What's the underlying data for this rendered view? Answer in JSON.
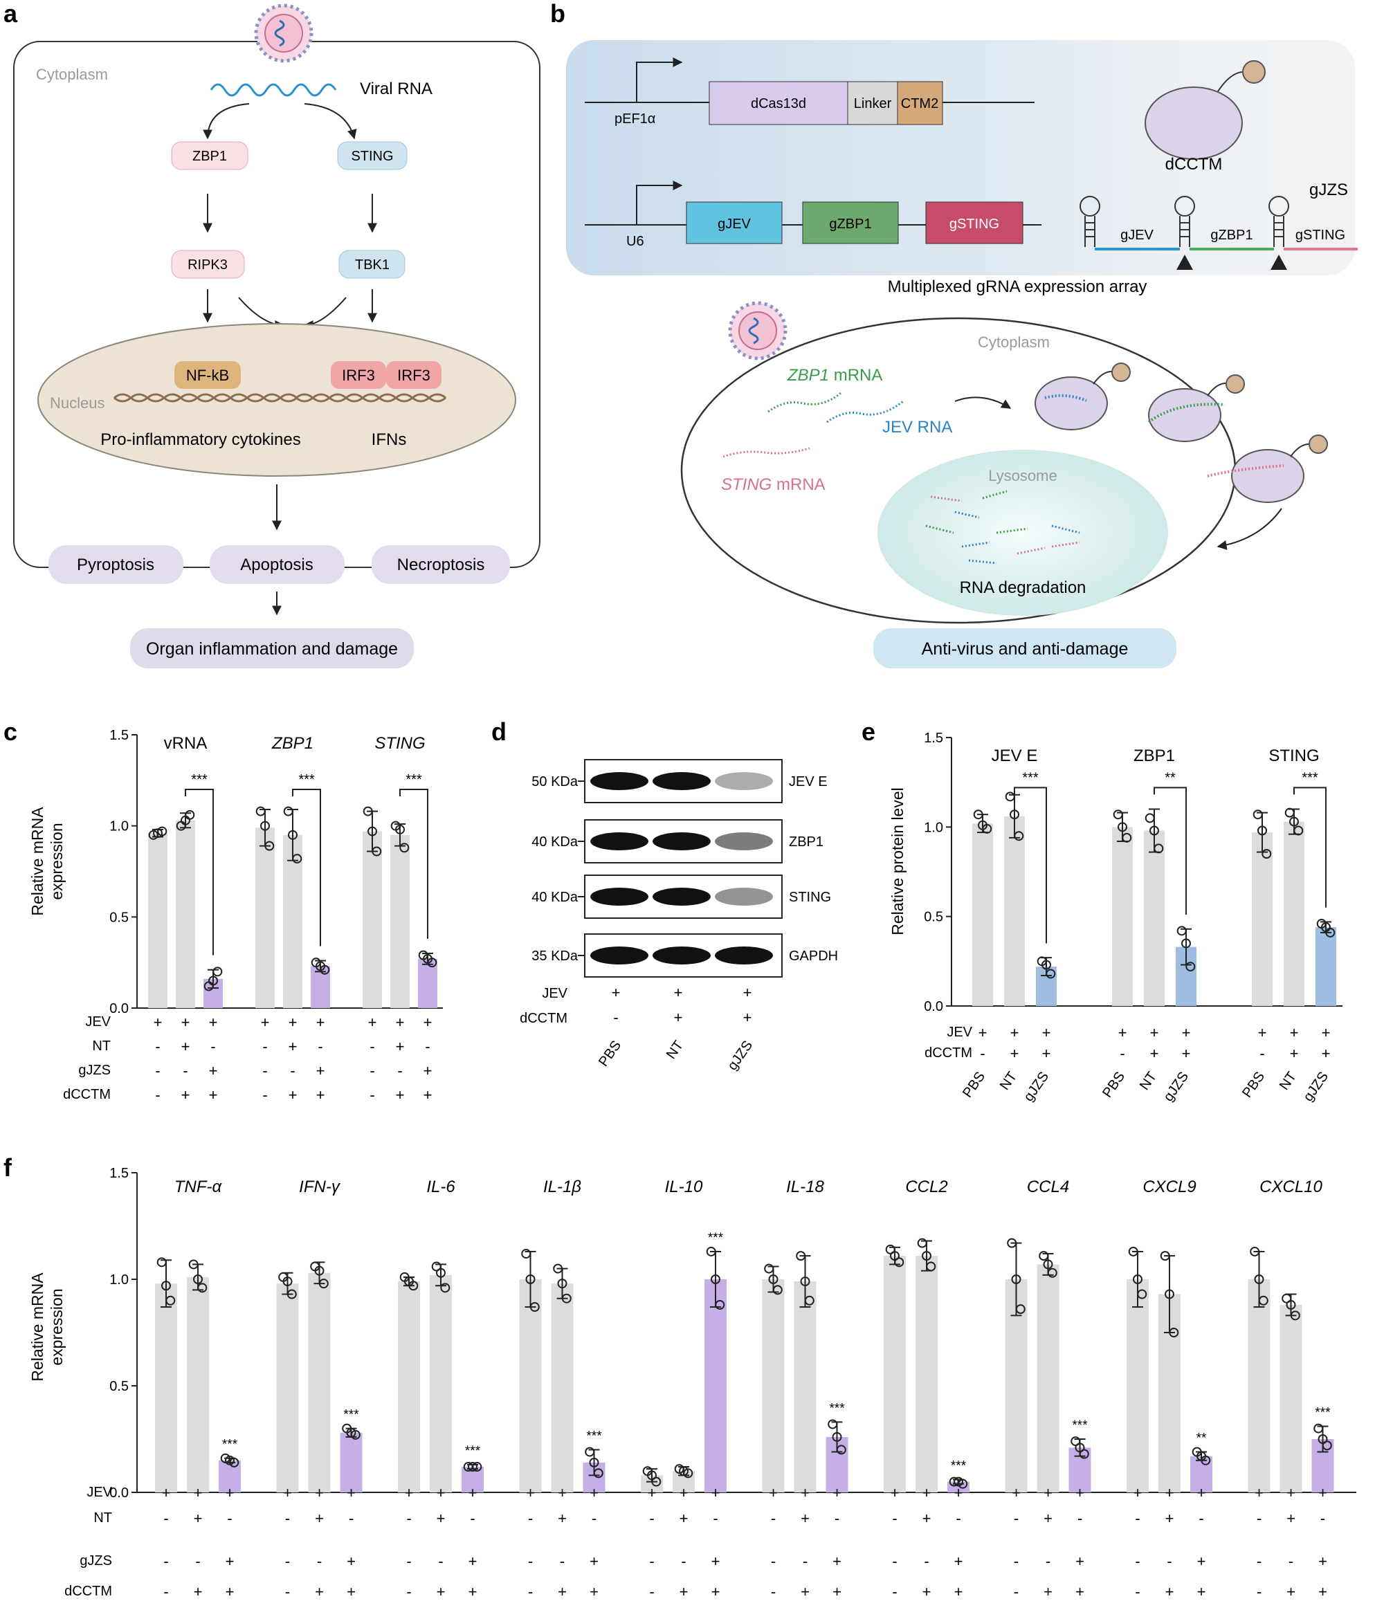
{
  "panel_labels": {
    "a": "a",
    "b": "b",
    "c": "c",
    "d": "d",
    "e": "e",
    "f": "f"
  },
  "panel_a": {
    "cytoplasm": "Cytoplasm",
    "viral_rna": "Viral RNA",
    "zbp1": "ZBP1",
    "sting": "STING",
    "ripk3": "RIPK3",
    "tbk1": "TBK1",
    "nfkb": "NF-kB",
    "irf3_1": "IRF3",
    "irf3_2": "IRF3",
    "nucleus": "Nucleus",
    "proinflammatory": "Pro-inflammatory cytokines",
    "ifns": "IFNs",
    "pyroptosis": "Pyroptosis",
    "apoptosis": "Apoptosis",
    "necroptosis": "Necroptosis",
    "organ": "Organ inflammation and damage"
  },
  "panel_b": {
    "promoter1": "pEF1α",
    "dcas13d": "dCas13d",
    "linker": "Linker",
    "ctm2": "CTM2",
    "dcctm": "dCCTM",
    "promoter2": "U6",
    "gjev_box": "gJEV",
    "gzbp1_box": "gZBP1",
    "gsting_box": "gSTING",
    "gjzs": "gJZS",
    "arr_gjev": "gJEV",
    "arr_gzbp1": "gZBP1",
    "arr_gsting": "gSTING",
    "array_caption": "Multiplexed gRNA expression array",
    "cytoplasm": "Cytoplasm",
    "zbp1_mrna_gene": "ZBP1",
    "zbp1_mrna_suffix": " mRNA",
    "jev_rna": "JEV RNA",
    "sting_mrna_gene": "STING",
    "sting_mrna_suffix": " mRNA",
    "lysosome": "Lysosome",
    "rna_degradation": "RNA degradation",
    "antivirus": "Anti-virus and anti-damage"
  },
  "panel_c": {
    "ylabel_1": "Relative mRNA",
    "ylabel_2": "expression",
    "row_labels": [
      "JEV",
      "NT",
      "gJZS",
      "dCCTM"
    ]
  },
  "panel_d": {
    "bands": [
      "JEV E",
      "ZBP1",
      "STING",
      "GAPDH"
    ],
    "markers": [
      "50 KDa",
      "40 KDa",
      "40 KDa",
      "35 KDa"
    ],
    "row_labels": [
      "JEV",
      "dCCTM"
    ],
    "rows": [
      [
        "+",
        "+",
        "+"
      ],
      [
        "-",
        "+",
        "+"
      ]
    ],
    "lanes": [
      "PBS",
      "NT",
      "gJZS"
    ]
  },
  "panel_e": {
    "ylabel": "Relative protein level",
    "row_labels": [
      "JEV",
      "dCCTM"
    ]
  },
  "panel_f": {
    "ylabel_1": "Relative mRNA",
    "ylabel_2": "expression",
    "row_labels": [
      "JEV",
      "NT",
      "gJZS",
      "dCCTM"
    ]
  },
  "colors": {
    "grey_bar": "#dcdcdc",
    "purple_bar": "#c6aee6",
    "blue_bar": "#9dbde3",
    "dcas13d": "#d6c8ec",
    "linker": "#d8d8d8",
    "ctm2": "#d4a878",
    "gjev": "#5fc3e0",
    "gzbp1": "#6da86d",
    "gsting": "#c74b6a"
  },
  "chart_data": [
    {
      "id": "c",
      "type": "bar",
      "ylim": [
        0,
        1.5
      ],
      "yticks": [
        "0.0",
        "0.5",
        "1.0",
        "1.5"
      ],
      "groups": [
        {
          "name": "vRNA",
          "italic": false,
          "values": [
            0.96,
            1.03,
            0.16
          ],
          "errors": [
            0.02,
            0.04,
            0.05
          ],
          "points": [
            [
              0.95,
              0.97,
              0.96
            ],
            [
              1.0,
              1.06,
              1.03
            ],
            [
              0.12,
              0.2,
              0.15
            ]
          ],
          "sig": "***"
        },
        {
          "name": "ZBP1",
          "italic": true,
          "values": [
            0.99,
            0.95,
            0.23
          ],
          "errors": [
            0.1,
            0.14,
            0.03
          ],
          "points": [
            [
              1.08,
              0.89,
              1.0
            ],
            [
              1.08,
              0.82,
              0.95
            ],
            [
              0.25,
              0.21,
              0.23
            ]
          ],
          "sig": "***"
        },
        {
          "name": "STING",
          "italic": true,
          "values": [
            0.97,
            0.95,
            0.27
          ],
          "errors": [
            0.11,
            0.06,
            0.03
          ],
          "points": [
            [
              1.08,
              0.86,
              0.97
            ],
            [
              1.0,
              0.88,
              0.98
            ],
            [
              0.29,
              0.25,
              0.27
            ]
          ],
          "sig": "***"
        }
      ],
      "conditions": [
        [
          "+",
          "+",
          "+",
          "+",
          "+",
          "+",
          "+",
          "+",
          "+"
        ],
        [
          "-",
          "+",
          "-",
          "-",
          "+",
          "-",
          "-",
          "+",
          "-"
        ],
        [
          "-",
          "-",
          "+",
          "-",
          "-",
          "+",
          "-",
          "-",
          "+"
        ],
        [
          "-",
          "+",
          "+",
          "-",
          "+",
          "+",
          "-",
          "+",
          "+"
        ]
      ],
      "highlight_color": "#c6aee6"
    },
    {
      "id": "e",
      "type": "bar",
      "ylim": [
        0,
        1.5
      ],
      "yticks": [
        "0.0",
        "0.5",
        "1.0",
        "1.5"
      ],
      "groups": [
        {
          "name": "JEV E",
          "italic": false,
          "values": [
            1.02,
            1.06,
            0.22
          ],
          "errors": [
            0.05,
            0.12,
            0.05
          ],
          "points": [
            [
              1.07,
              0.99,
              1.01
            ],
            [
              1.17,
              0.95,
              1.07
            ],
            [
              0.25,
              0.18,
              0.23
            ]
          ],
          "sig": "***"
        },
        {
          "name": "ZBP1",
          "italic": false,
          "values": [
            1.0,
            0.98,
            0.33
          ],
          "errors": [
            0.08,
            0.12,
            0.1
          ],
          "points": [
            [
              1.07,
              0.94,
              1.0
            ],
            [
              1.05,
              0.88,
              0.98
            ],
            [
              0.42,
              0.22,
              0.35
            ]
          ],
          "sig": "**"
        },
        {
          "name": "STING",
          "italic": false,
          "values": [
            0.97,
            1.03,
            0.44
          ],
          "errors": [
            0.11,
            0.07,
            0.03
          ],
          "points": [
            [
              1.07,
              0.85,
              0.98
            ],
            [
              1.08,
              0.98,
              1.03
            ],
            [
              0.46,
              0.41,
              0.44
            ]
          ],
          "sig": "***"
        }
      ],
      "conditions": [
        [
          "+",
          "+",
          "+",
          "+",
          "+",
          "+",
          "+",
          "+",
          "+"
        ],
        [
          "-",
          "+",
          "+",
          "-",
          "+",
          "+",
          "-",
          "+",
          "+"
        ]
      ],
      "lanes": [
        "PBS",
        "NT",
        "gJZS",
        "PBS",
        "NT",
        "gJZS",
        "PBS",
        "NT",
        "gJZS"
      ],
      "highlight_color": "#9dbde3"
    },
    {
      "id": "f",
      "type": "bar",
      "ylim": [
        0,
        1.5
      ],
      "yticks": [
        "0.0",
        "0.5",
        "1.0",
        "1.5"
      ],
      "groups": [
        {
          "name": "TNF-α",
          "italic": true,
          "values": [
            0.98,
            1.01,
            0.15
          ],
          "errors": [
            0.11,
            0.06,
            0.01
          ],
          "points": [
            [
              1.08,
              0.9,
              0.97
            ],
            [
              1.07,
              0.96,
              1.0
            ],
            [
              0.16,
              0.14,
              0.15
            ]
          ],
          "sig": "***"
        },
        {
          "name": "IFN-γ",
          "italic": true,
          "values": [
            0.98,
            1.03,
            0.28
          ],
          "errors": [
            0.05,
            0.05,
            0.02
          ],
          "points": [
            [
              1.01,
              0.93,
              0.99
            ],
            [
              1.06,
              0.98,
              1.04
            ],
            [
              0.3,
              0.27,
              0.28
            ]
          ],
          "sig": "***"
        },
        {
          "name": "IL-6",
          "italic": true,
          "values": [
            0.99,
            1.02,
            0.12
          ],
          "errors": [
            0.02,
            0.05,
            0.01
          ],
          "points": [
            [
              1.01,
              0.97,
              0.99
            ],
            [
              1.06,
              0.96,
              1.03
            ],
            [
              0.12,
              0.12,
              0.12
            ]
          ],
          "sig": "***"
        },
        {
          "name": "IL-1β",
          "italic": true,
          "values": [
            1.0,
            0.98,
            0.14
          ],
          "errors": [
            0.13,
            0.07,
            0.06
          ],
          "points": [
            [
              1.12,
              0.87,
              1.0
            ],
            [
              1.05,
              0.91,
              0.98
            ],
            [
              0.19,
              0.09,
              0.14
            ]
          ],
          "sig": "***"
        },
        {
          "name": "IL-10",
          "italic": true,
          "values": [
            0.08,
            0.1,
            1.0
          ],
          "errors": [
            0.03,
            0.02,
            0.13
          ],
          "points": [
            [
              0.1,
              0.05,
              0.08
            ],
            [
              0.11,
              0.09,
              0.1
            ],
            [
              1.13,
              0.88,
              1.0
            ]
          ],
          "sig": "***"
        },
        {
          "name": "IL-18",
          "italic": true,
          "values": [
            1.0,
            0.99,
            0.26
          ],
          "errors": [
            0.06,
            0.12,
            0.07
          ],
          "points": [
            [
              1.05,
              0.95,
              1.0
            ],
            [
              1.11,
              0.9,
              0.99
            ],
            [
              0.32,
              0.2,
              0.26
            ]
          ],
          "sig": "***"
        },
        {
          "name": "CCL2",
          "italic": true,
          "values": [
            1.11,
            1.11,
            0.05
          ],
          "errors": [
            0.04,
            0.07,
            0.01
          ],
          "points": [
            [
              1.14,
              1.08,
              1.11
            ],
            [
              1.17,
              1.06,
              1.11
            ],
            [
              0.05,
              0.04,
              0.05
            ]
          ],
          "sig": "***"
        },
        {
          "name": "CCL4",
          "italic": true,
          "values": [
            1.0,
            1.07,
            0.21
          ],
          "errors": [
            0.17,
            0.05,
            0.04
          ],
          "points": [
            [
              1.17,
              0.86,
              1.0
            ],
            [
              1.11,
              1.03,
              1.07
            ],
            [
              0.24,
              0.18,
              0.21
            ]
          ],
          "sig": "***"
        },
        {
          "name": "CXCL9",
          "italic": true,
          "values": [
            1.0,
            0.93,
            0.17
          ],
          "errors": [
            0.13,
            0.18,
            0.02
          ],
          "points": [
            [
              1.13,
              0.93,
              1.0
            ],
            [
              1.11,
              0.75,
              0.93
            ],
            [
              0.19,
              0.15,
              0.17
            ]
          ],
          "sig": "**"
        },
        {
          "name": "CXCL10",
          "italic": true,
          "values": [
            1.0,
            0.88,
            0.25
          ],
          "errors": [
            0.13,
            0.05,
            0.06
          ],
          "points": [
            [
              1.13,
              0.9,
              1.0
            ],
            [
              0.91,
              0.83,
              0.88
            ],
            [
              0.3,
              0.22,
              0.25
            ]
          ],
          "sig": "***"
        }
      ],
      "conditions": [
        [
          "+",
          "+",
          "+"
        ],
        [
          "-",
          "+",
          "-"
        ],
        [
          "-",
          "-",
          "+"
        ],
        [
          "-",
          "+",
          "+"
        ]
      ],
      "highlight_color": "#c6aee6"
    }
  ]
}
